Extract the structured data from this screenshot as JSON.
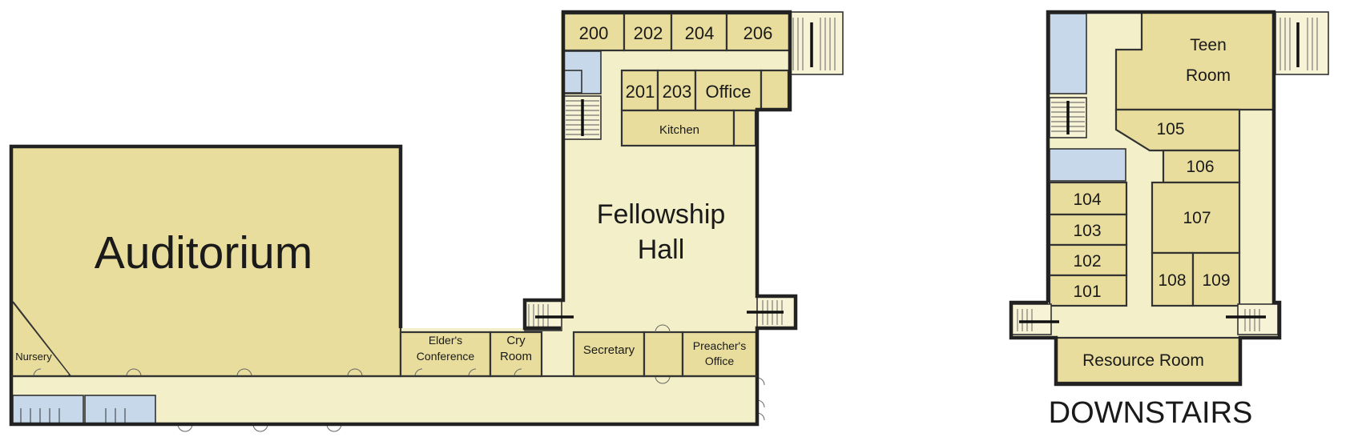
{
  "colors": {
    "room": "#e8dd9c",
    "hallway": "#f3f0c9",
    "restroom": "#c6d8ea",
    "wall": "#222222"
  },
  "upstairs": {
    "rooms": {
      "auditorium": "Auditorium",
      "fellowship_line1": "Fellowship",
      "fellowship_line2": "Hall",
      "nursery": "Nursery",
      "elders_line1": "Elder's",
      "elders_line2": "Conference",
      "cry_line1": "Cry",
      "cry_line2": "Room",
      "secretary": "Secretary",
      "preacher_line1": "Preacher's",
      "preacher_line2": "Office",
      "kitchen": "Kitchen",
      "office": "Office",
      "r200": "200",
      "r202": "202",
      "r204": "204",
      "r206": "206",
      "r201": "201",
      "r203": "203"
    }
  },
  "downstairs": {
    "label": "DOWNSTAIRS",
    "rooms": {
      "teen_line1": "Teen",
      "teen_line2": "Room",
      "resource": "Resource Room",
      "r101": "101",
      "r102": "102",
      "r103": "103",
      "r104": "104",
      "r105": "105",
      "r106": "106",
      "r107": "107",
      "r108": "108",
      "r109": "109"
    }
  }
}
